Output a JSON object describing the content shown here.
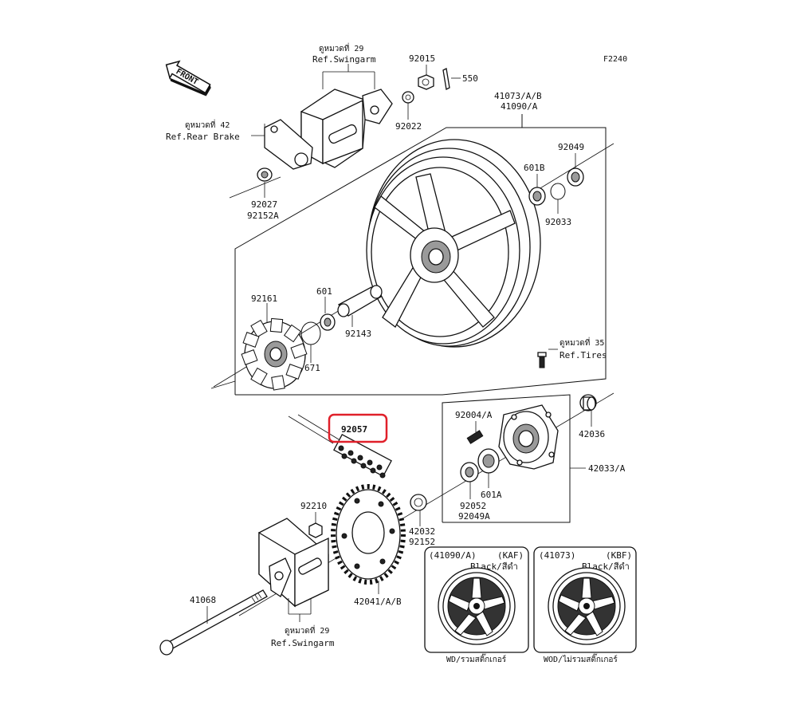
{
  "diagram": {
    "code": "F2240",
    "front_label": "FRONT",
    "highlight_color": "#e0202a",
    "labels": {
      "ref_swingarm_top_th": "ดูหมวดที่ 29",
      "ref_swingarm_top": "Ref.Swingarm",
      "ref_brake_th": "ดูหมวดที่ 42",
      "ref_brake": "Ref.Rear Brake",
      "p92015": "92015",
      "p550": "550",
      "p92022": "92022",
      "p41073": "41073/A/B",
      "p41090": "41090/A",
      "p92049": "92049",
      "p601b": "601B",
      "p92033": "92033",
      "p92027": "92027",
      "p92152a": "92152A",
      "p92161": "92161",
      "p601": "601",
      "p92143": "92143",
      "p671": "671",
      "ref_tires_th": "ดูหมวดที่ 35",
      "ref_tires": "Ref.Tires",
      "p92057": "92057",
      "p92004": "92004/A",
      "p42036": "42036",
      "p42033": "42033/A",
      "p601a": "601A",
      "p92052": "92052",
      "p92049a": "92049A",
      "p92210": "92210",
      "p42032": "42032",
      "p92152": "92152",
      "p42041": "42041/A/B",
      "p41068": "41068",
      "ref_swingarm_bot_th": "ดูหมวดที่ 29",
      "ref_swingarm_bot": "Ref.Swingarm"
    },
    "variants": [
      {
        "part": "(41090/A)",
        "code": "(KAF)",
        "color": "Black/สีดำ",
        "note": "WD/รวมสติ๊กเกอร์"
      },
      {
        "part": "(41073)",
        "code": "(KBF)",
        "color": "Black/สีดำ",
        "note": "WOD/ไม่รวมสติ๊กเกอร์"
      }
    ]
  }
}
